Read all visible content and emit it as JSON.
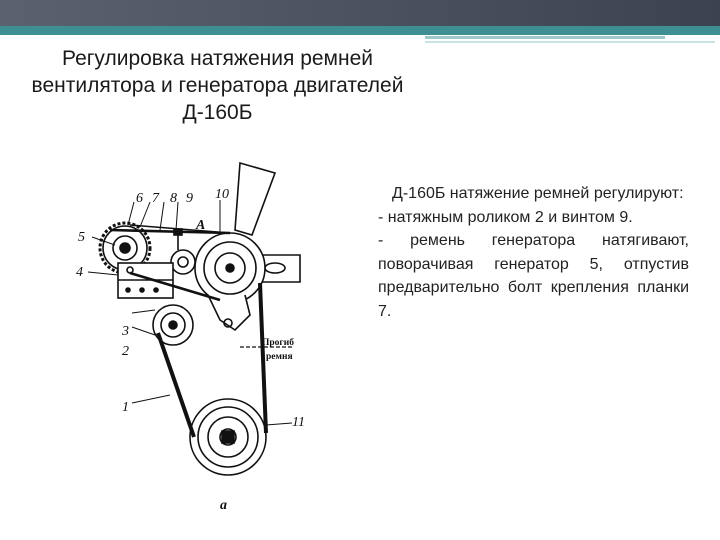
{
  "slide": {
    "title": "Регулировка натяжения ремней вентилятора и генератора двигателей Д-160Б",
    "paragraphs": [
      "Д-160Б натяжение ремней регулируют:",
      "- натяжным роликом 2 и винтом 9.",
      "- ремень генератора натягивают, поворачивая генератор 5, отпустив предварительно болт крепления планки 7."
    ]
  },
  "diagram": {
    "labels": {
      "n1": "1",
      "n2": "2",
      "n3": "3",
      "n4": "4",
      "n5": "5",
      "n6": "6",
      "n7": "7",
      "n8": "8",
      "n9": "9",
      "n10": "10",
      "n11": "11",
      "letter_A": "А",
      "sag_line1": "Прогиб",
      "sag_line2": "ремня",
      "caption": "а"
    }
  },
  "colors": {
    "top_band": "#4a5260",
    "accent": "#3e8f94"
  }
}
